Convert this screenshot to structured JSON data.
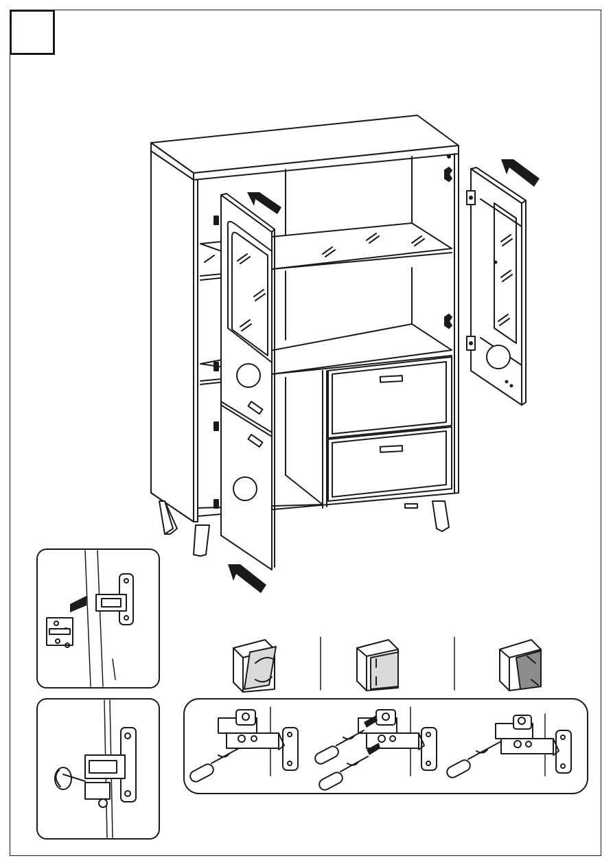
{
  "step": {
    "number": ""
  },
  "colors": {
    "line": "#1a1a1a",
    "panel_gray": "#d9d9d9",
    "dark_gray": "#8c8c8c",
    "background": "#ffffff"
  },
  "icons": [
    "cabinet-assembly-illustration",
    "door-left-arrow-icon",
    "door-right-arrow-icon",
    "hinge-detach-detail",
    "hinge-screw-detail",
    "adjust-tilt-icon",
    "adjust-height-icon",
    "adjust-depth-icon",
    "screwdriver-icon"
  ]
}
